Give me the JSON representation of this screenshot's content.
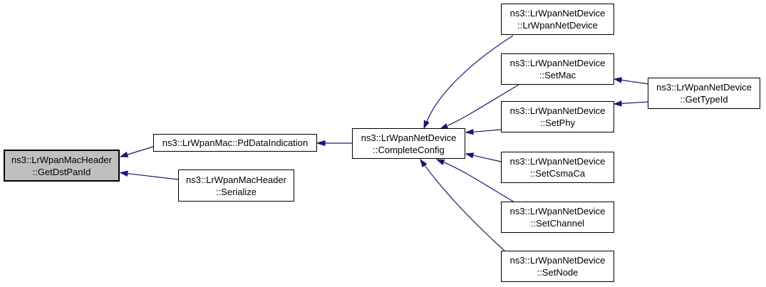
{
  "colors": {
    "background": "#ffffff",
    "edge": "#191970",
    "node_fill": "#ffffff",
    "node_border": "#000000",
    "node_text": "#000000",
    "highlight_fill": "#bfbfbf"
  },
  "nodes": {
    "get_dst_pan_id": {
      "line1": "ns3::LrWpanMacHeader",
      "line2": "::GetDstPanId",
      "highlighted": true
    },
    "pd_data_indication": {
      "line1": "ns3::LrWpanMac::PdDataIndication"
    },
    "serialize": {
      "line1": "ns3::LrWpanMacHeader",
      "line2": "::Serialize"
    },
    "complete_config": {
      "line1": "ns3::LrWpanNetDevice",
      "line2": "::CompleteConfig"
    },
    "constructor": {
      "line1": "ns3::LrWpanNetDevice",
      "line2": "::LrWpanNetDevice"
    },
    "set_mac": {
      "line1": "ns3::LrWpanNetDevice",
      "line2": "::SetMac"
    },
    "set_phy": {
      "line1": "ns3::LrWpanNetDevice",
      "line2": "::SetPhy"
    },
    "set_csma_ca": {
      "line1": "ns3::LrWpanNetDevice",
      "line2": "::SetCsmaCa"
    },
    "set_channel": {
      "line1": "ns3::LrWpanNetDevice",
      "line2": "::SetChannel"
    },
    "set_node": {
      "line1": "ns3::LrWpanNetDevice",
      "line2": "::SetNode"
    },
    "get_type_id": {
      "line1": "ns3::LrWpanNetDevice",
      "line2": "::GetTypeId"
    }
  },
  "edges": [
    {
      "from": "ns3::LrWpanMac::PdDataIndication",
      "to": "ns3::LrWpanMacHeader::GetDstPanId"
    },
    {
      "from": "ns3::LrWpanMacHeader::Serialize",
      "to": "ns3::LrWpanMacHeader::GetDstPanId"
    },
    {
      "from": "ns3::LrWpanNetDevice::CompleteConfig",
      "to": "ns3::LrWpanMac::PdDataIndication"
    },
    {
      "from": "ns3::LrWpanNetDevice::LrWpanNetDevice",
      "to": "ns3::LrWpanNetDevice::CompleteConfig"
    },
    {
      "from": "ns3::LrWpanNetDevice::SetMac",
      "to": "ns3::LrWpanNetDevice::CompleteConfig"
    },
    {
      "from": "ns3::LrWpanNetDevice::SetPhy",
      "to": "ns3::LrWpanNetDevice::CompleteConfig"
    },
    {
      "from": "ns3::LrWpanNetDevice::SetCsmaCa",
      "to": "ns3::LrWpanNetDevice::CompleteConfig"
    },
    {
      "from": "ns3::LrWpanNetDevice::SetChannel",
      "to": "ns3::LrWpanNetDevice::CompleteConfig"
    },
    {
      "from": "ns3::LrWpanNetDevice::SetNode",
      "to": "ns3::LrWpanNetDevice::CompleteConfig"
    },
    {
      "from": "ns3::LrWpanNetDevice::GetTypeId",
      "to": "ns3::LrWpanNetDevice::SetMac"
    },
    {
      "from": "ns3::LrWpanNetDevice::GetTypeId",
      "to": "ns3::LrWpanNetDevice::SetPhy"
    }
  ]
}
